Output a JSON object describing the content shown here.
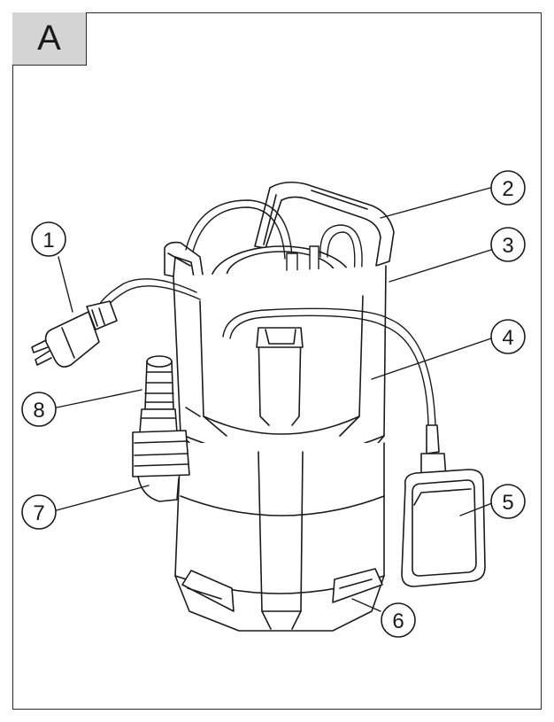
{
  "figure_label": "A",
  "callouts": [
    {
      "id": "1",
      "part": "power-plug"
    },
    {
      "id": "2",
      "part": "carry-handle"
    },
    {
      "id": "3",
      "part": "float-switch-cable-holder"
    },
    {
      "id": "4",
      "part": "pump-housing"
    },
    {
      "id": "5",
      "part": "float-switch"
    },
    {
      "id": "6",
      "part": "base-feet"
    },
    {
      "id": "7",
      "part": "outlet-elbow"
    },
    {
      "id": "8",
      "part": "hose-connector"
    }
  ],
  "colors": {
    "line": "#1a1a1a",
    "tag_fill": "#d4d4d4",
    "background": "#ffffff"
  }
}
